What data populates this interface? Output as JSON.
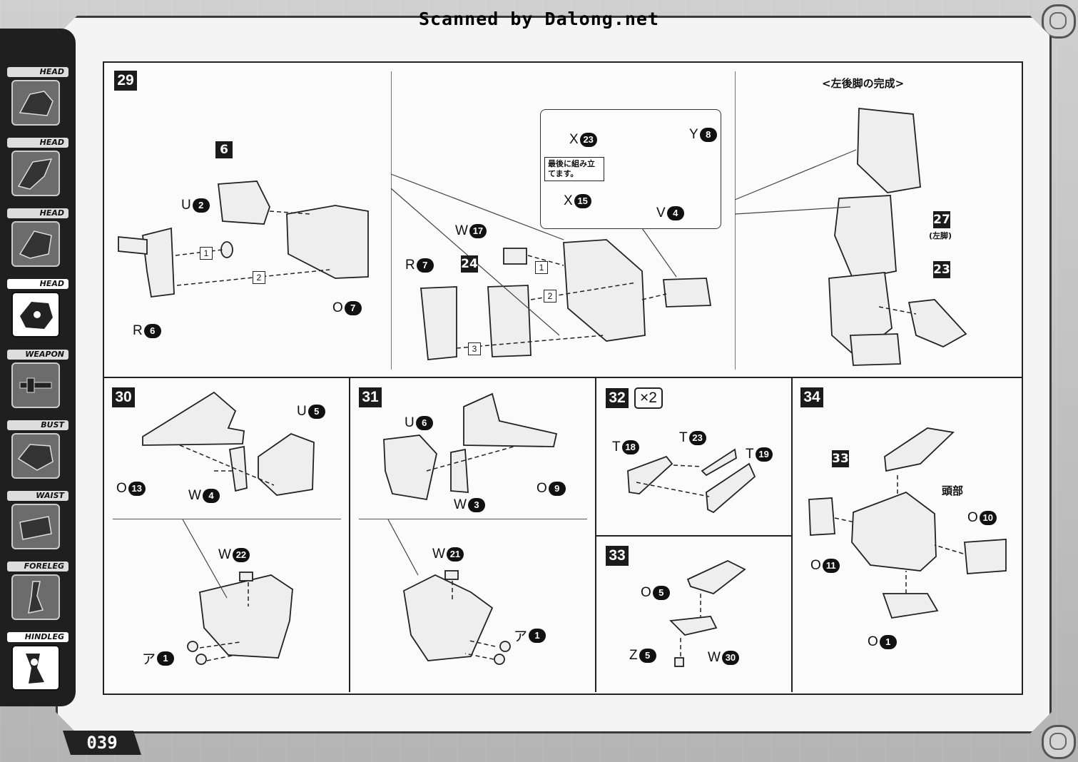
{
  "header": {
    "scan_credit": "Scanned by Dalong.net"
  },
  "sidebar": {
    "tabs": [
      {
        "label": "HEAD",
        "active": false
      },
      {
        "label": "HEAD",
        "active": false
      },
      {
        "label": "HEAD",
        "active": false
      },
      {
        "label": "HEAD",
        "active": true
      },
      {
        "label": "WEAPON",
        "active": false
      },
      {
        "label": "BUST",
        "active": false
      },
      {
        "label": "WAIST",
        "active": false
      },
      {
        "label": "FORELEG",
        "active": false
      },
      {
        "label": "HINDLEG",
        "active": false
      }
    ]
  },
  "steps": {
    "s29": {
      "number": "29",
      "part_badges": [
        "6",
        "24",
        "27",
        "23"
      ],
      "part_labels": {
        "u2": {
          "letter": "U",
          "num": "2"
        },
        "r6": {
          "letter": "R",
          "num": "6"
        },
        "o7": {
          "letter": "O",
          "num": "7"
        },
        "w17": {
          "letter": "W",
          "num": "17"
        },
        "r7": {
          "letter": "R",
          "num": "7"
        },
        "x23": {
          "letter": "X",
          "num": "23"
        },
        "y8": {
          "letter": "Y",
          "num": "8"
        },
        "x15": {
          "letter": "X",
          "num": "15"
        },
        "v4": {
          "letter": "V",
          "num": "4"
        }
      },
      "order_marks": [
        "1",
        "2",
        "1",
        "2",
        "3"
      ],
      "note": "最後に組み立てます。",
      "complete_title": "<左後脚の完成>",
      "left_leg_label": "(左脚)"
    },
    "s30": {
      "number": "30",
      "labels": {
        "u5": {
          "letter": "U",
          "num": "5"
        },
        "o13": {
          "letter": "O",
          "num": "13"
        },
        "w4": {
          "letter": "W",
          "num": "4"
        },
        "w22": {
          "letter": "W",
          "num": "22"
        },
        "a1": {
          "letter": "ア",
          "num": "1"
        }
      }
    },
    "s31": {
      "number": "31",
      "labels": {
        "u6": {
          "letter": "U",
          "num": "6"
        },
        "o9": {
          "letter": "O",
          "num": "9"
        },
        "w3": {
          "letter": "W",
          "num": "3"
        },
        "w21": {
          "letter": "W",
          "num": "21"
        },
        "a1": {
          "letter": "ア",
          "num": "1"
        }
      }
    },
    "s32": {
      "number": "32",
      "multiplier": "×2",
      "labels": {
        "t18": {
          "letter": "T",
          "num": "18"
        },
        "t23": {
          "letter": "T",
          "num": "23"
        },
        "t19": {
          "letter": "T",
          "num": "19"
        }
      }
    },
    "s33": {
      "number": "33",
      "labels": {
        "o5": {
          "letter": "O",
          "num": "5"
        },
        "z5": {
          "letter": "Z",
          "num": "5"
        },
        "w30": {
          "letter": "W",
          "num": "30"
        }
      }
    },
    "s34": {
      "number": "34",
      "part_badge": "33",
      "head_label": "頭部",
      "labels": {
        "o10": {
          "letter": "O",
          "num": "10"
        },
        "o11": {
          "letter": "O",
          "num": "11"
        },
        "o1": {
          "letter": "O",
          "num": "1"
        }
      }
    }
  },
  "footer": {
    "page_number": "039"
  }
}
